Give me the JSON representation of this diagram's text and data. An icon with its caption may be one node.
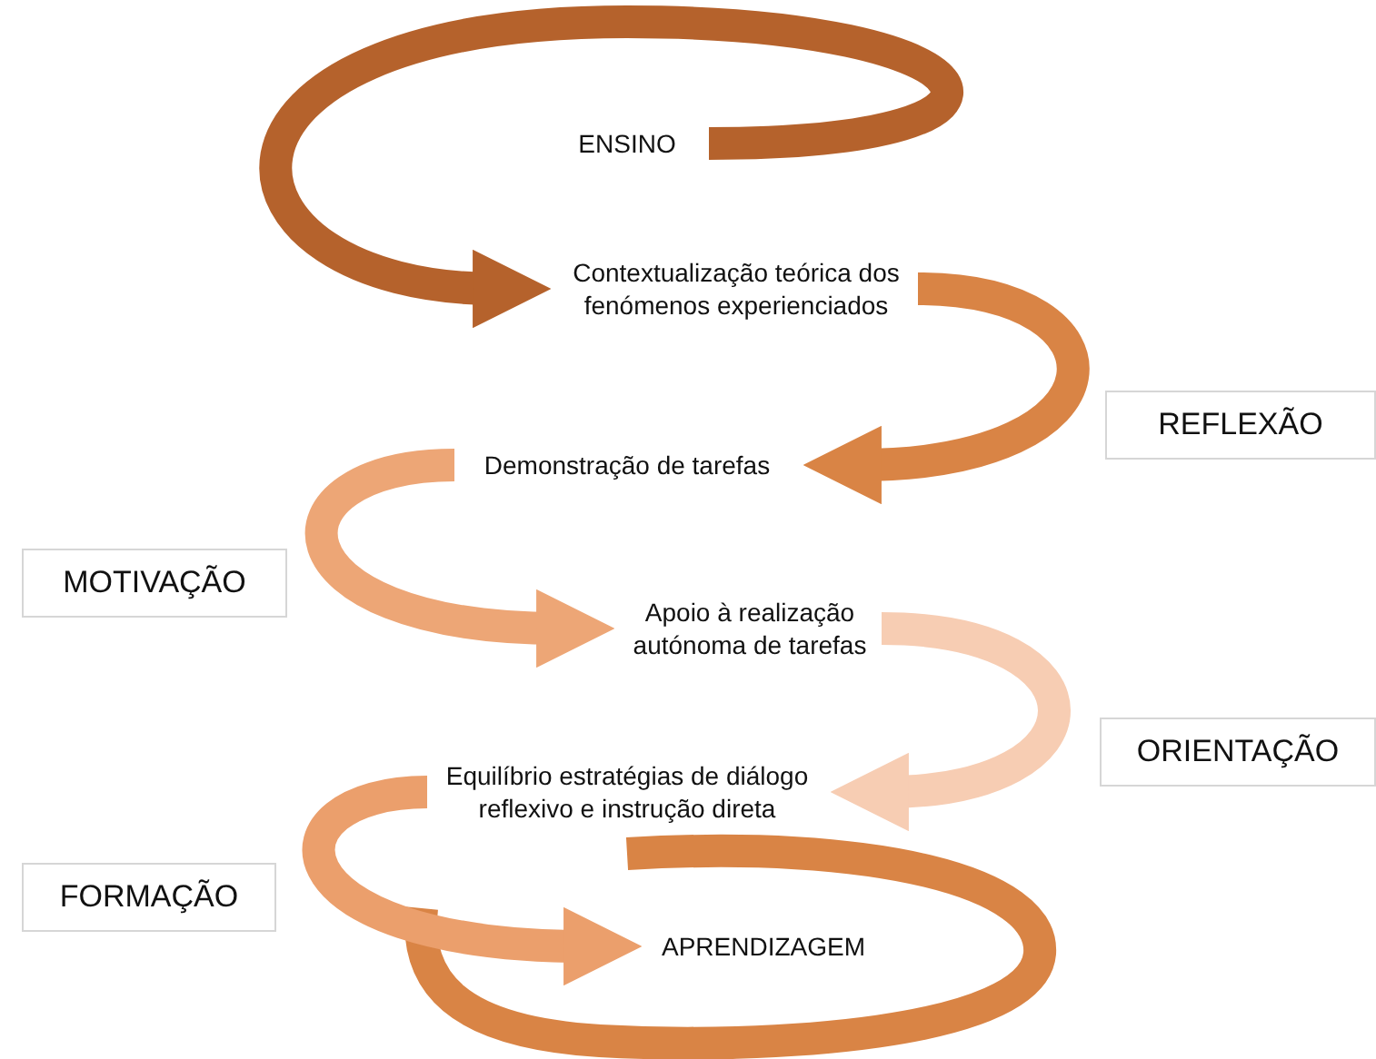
{
  "diagram": {
    "nodes": [
      {
        "text": [
          "ENSINO"
        ]
      },
      {
        "text": [
          "Contextualização teórica dos fenómenos experienciados"
        ]
      },
      {
        "text": [
          "Demonstração de tarefas"
        ]
      },
      {
        "text": [
          "Apoio à realização autónoma de tarefas"
        ]
      },
      {
        "text": [
          "Equilíbrio estratégias de diálogo reflexivo e instrução direta"
        ]
      },
      {
        "text": [
          "APRENDIZAGEM"
        ]
      },
      {
        "text": [
          "REFLEXÃO"
        ]
      },
      {
        "text": [
          "MOTIVAÇÃO"
        ]
      },
      {
        "text": [
          "ORIENTAÇÃO"
        ]
      },
      {
        "text": [
          "FORMAÇÃO"
        ]
      }
    ],
    "edges": [
      {
        "from": 0,
        "to": 1,
        "arrow": "to",
        "color": "#b5622c"
      },
      {
        "from": 1,
        "to": 2,
        "arrow": "to",
        "color": "#d98445"
      },
      {
        "from": 2,
        "to": 3,
        "arrow": "to",
        "color": "#eda676"
      },
      {
        "from": 3,
        "to": 4,
        "arrow": "to",
        "color": "#f7cdb3"
      },
      {
        "from": 4,
        "to": 5,
        "arrow": "to",
        "color": "#eb9f6c"
      }
    ]
  }
}
